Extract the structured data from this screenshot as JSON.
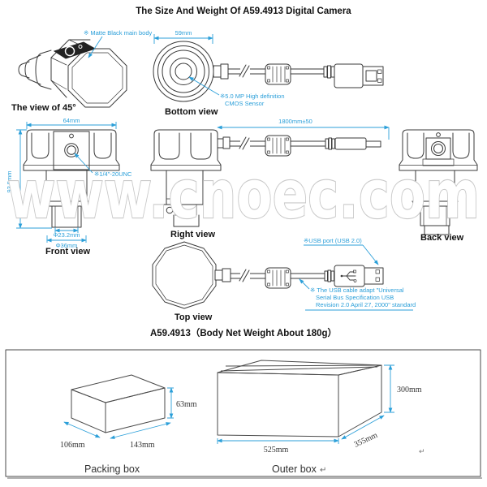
{
  "title": "The Size And Weight Of A59.4913 Digital Camera",
  "subtitle": "A59.4913（Body Net Weight About 180g）",
  "watermark": "www.cnoec.com",
  "views": {
    "view45": "The view of 45°",
    "bottom": "Bottom view",
    "front": "Front view",
    "right": "Right view",
    "back": "Back view",
    "top": "Top view"
  },
  "annotations": {
    "matte_black": "※ Matte Black main body",
    "cmos_line1": "※5.0 MP High definition",
    "cmos_line2": "CMOS Sensor",
    "thread": "※1/4\"-20UNC",
    "usb_port": "※USB port  (USB 2.0)",
    "usb_cable_line1": "※ The USB cable adapt \"Universal",
    "usb_cable_line2": "Serial Bus Specification USB",
    "usb_cable_line3": "Revision 2.0 April 27, 2000\" standard"
  },
  "dimensions": {
    "lens_outer": "59mm",
    "body_width": "64mm",
    "body_height": "93.5mm",
    "barrel_inner": "Φ23.2mm",
    "barrel_outer": "Φ36mm",
    "cable_length": "1800mm±50"
  },
  "packaging": {
    "packing_box": {
      "label": "Packing box",
      "height": "63mm",
      "depth": "106mm",
      "width": "143mm"
    },
    "outer_box": {
      "label": "Outer box",
      "height": "300mm",
      "depth": "355mm",
      "width": "525mm"
    },
    "return_mark": "↵"
  },
  "colors": {
    "annotation_blue": "#2b9fd9",
    "line_dark": "#3a3a3a",
    "watermark_gray": "#c8c8c8"
  }
}
